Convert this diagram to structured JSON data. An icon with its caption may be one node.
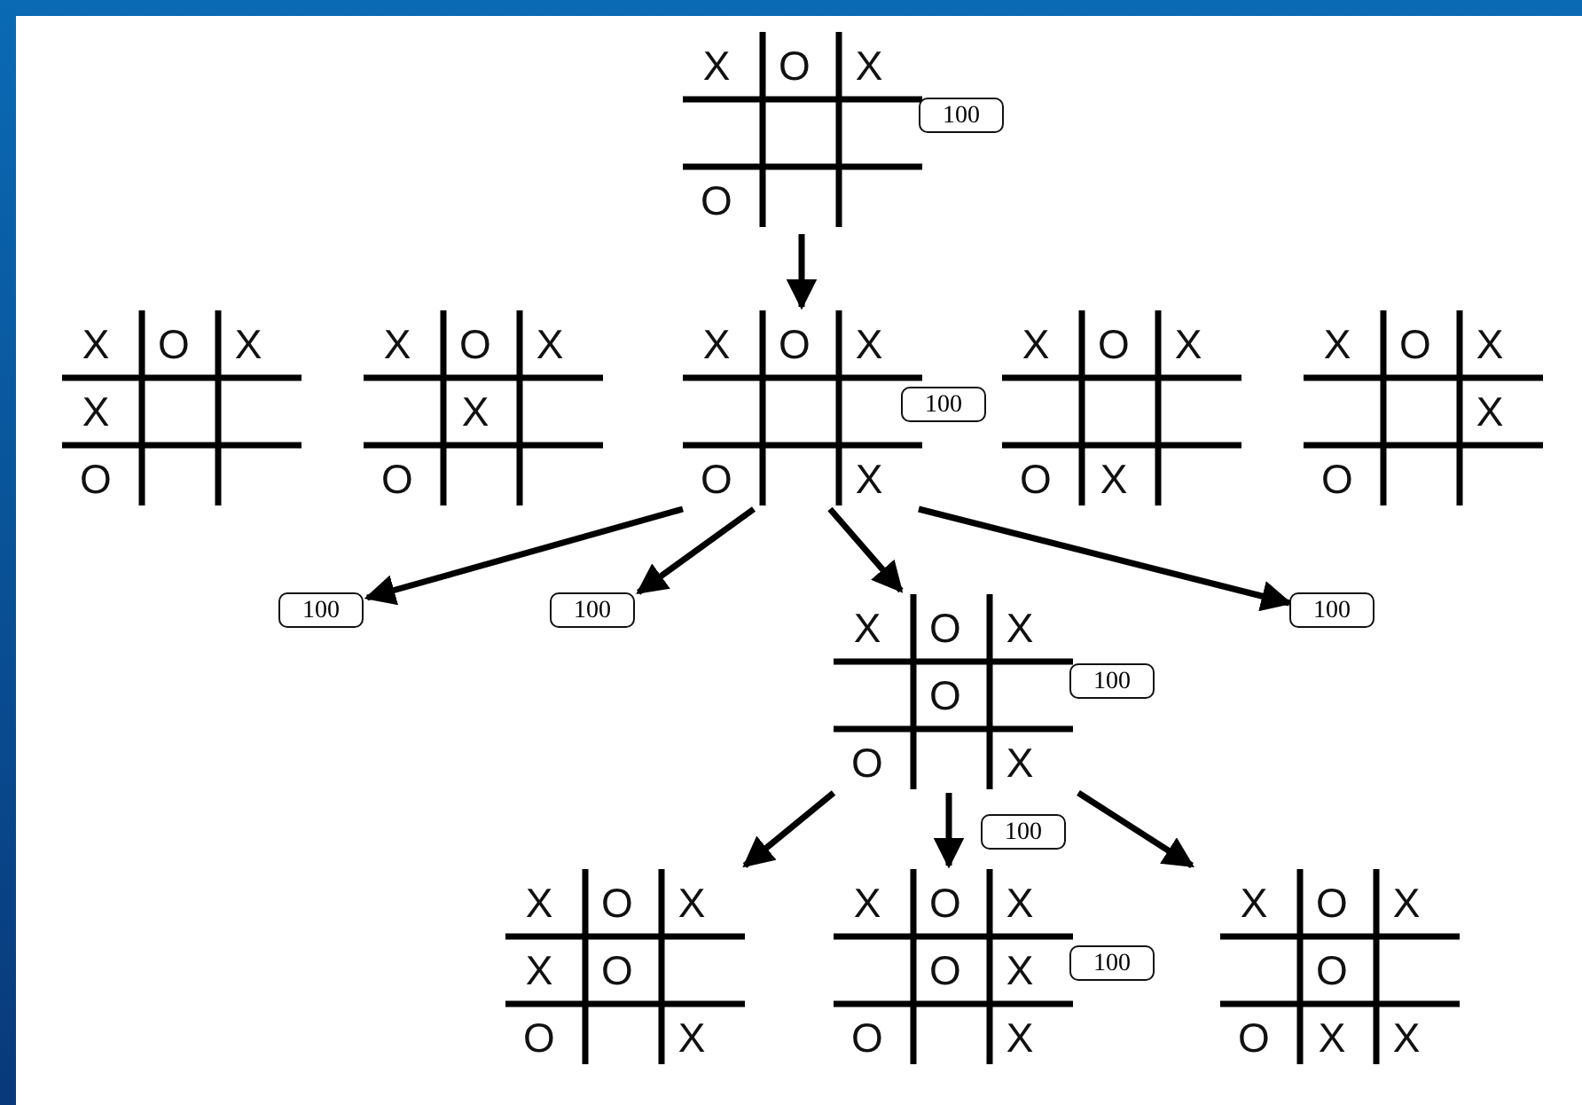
{
  "diagram": {
    "nodes": [
      {
        "text": [
          "X",
          "O",
          "X",
          "O"
        ]
      },
      {
        "text": [
          "100"
        ]
      },
      {
        "text": [
          "X",
          "O",
          "X",
          "X",
          "O"
        ]
      },
      {
        "text": [
          "X",
          "O",
          "X",
          "X",
          "O"
        ]
      },
      {
        "text": [
          "X",
          "O",
          "X",
          "O",
          "X"
        ]
      },
      {
        "text": [
          "100"
        ]
      },
      {
        "text": [
          "X",
          "O",
          "X",
          "O",
          "X"
        ]
      },
      {
        "text": [
          "X",
          "O",
          "X",
          "X",
          "O"
        ]
      },
      {
        "text": [
          "100"
        ]
      },
      {
        "text": [
          "100"
        ]
      },
      {
        "text": [
          "X",
          "O",
          "X",
          "O",
          "O",
          "X"
        ]
      },
      {
        "text": [
          "100"
        ]
      },
      {
        "text": [
          "100"
        ]
      },
      {
        "text": [
          "100"
        ]
      },
      {
        "text": [
          "X",
          "O",
          "X",
          "X",
          "O",
          "O",
          "X"
        ]
      },
      {
        "text": [
          "X",
          "O",
          "X",
          "O",
          "X",
          "O",
          "X"
        ]
      },
      {
        "text": [
          "100"
        ]
      },
      {
        "text": [
          "X",
          "O",
          "X",
          "O",
          "O",
          "X",
          "X"
        ]
      }
    ],
    "edges": [
      {
        "from": 0,
        "to": 4,
        "arrow": "to"
      },
      {
        "from": 4,
        "to": 8,
        "arrow": "to"
      },
      {
        "from": 4,
        "to": 9,
        "arrow": "to"
      },
      {
        "from": 4,
        "to": 10,
        "arrow": "to"
      },
      {
        "from": 4,
        "to": 11,
        "arrow": "to"
      },
      {
        "from": 10,
        "to": 14,
        "arrow": "to"
      },
      {
        "from": 10,
        "to": 15,
        "arrow": "to"
      },
      {
        "from": 10,
        "to": 17,
        "arrow": "to"
      }
    ]
  }
}
